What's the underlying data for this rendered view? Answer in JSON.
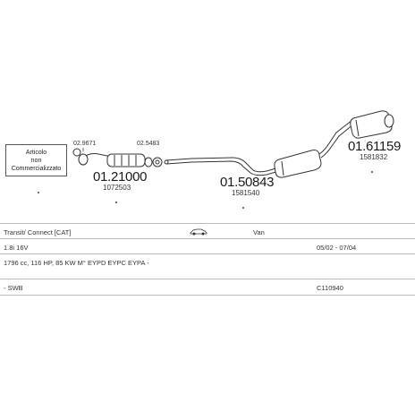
{
  "note": {
    "line1": "Articolo",
    "line2": "non",
    "line3": "Commercializzato"
  },
  "parts": {
    "clamp_left": "02.9671",
    "clamp_right": "02.5483",
    "cat_main": "01.21000",
    "cat_oem": "1072503",
    "middle_main": "01.50843",
    "middle_oem": "1581540",
    "rear_main": "01.61159",
    "rear_oem": "1581832"
  },
  "table": {
    "model": "Transit/ Connect [CAT]",
    "body": "Van",
    "engine": "1.8i 16V",
    "years": "05/02 - 07/04",
    "spec": "1796 cc, 116 HP, 85 KW M° EYPD EYPC EYPA -",
    "variant": "- SWB",
    "code": "C110940"
  }
}
